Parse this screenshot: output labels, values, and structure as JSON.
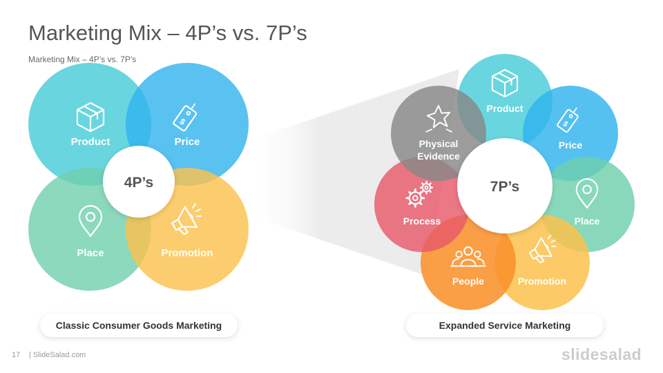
{
  "slide": {
    "title": "Marketing Mix – 4P’s vs. 7P’s",
    "subtitle": "Marketing Mix – 4P’s vs. 7P’s",
    "page_number": "17",
    "site": "| SlideSalad.com",
    "brand": "slidesalad"
  },
  "left_diagram": {
    "center": "4P’s",
    "caption": "Classic Consumer Goods Marketing",
    "items": [
      {
        "label": "Product",
        "icon": "box-icon",
        "color": "#4fcfd9"
      },
      {
        "label": "Price",
        "icon": "price-tag-icon",
        "color": "#30b3ee"
      },
      {
        "label": "Place",
        "icon": "location-pin-icon",
        "color": "#6fd0ad"
      },
      {
        "label": "Promotion",
        "icon": "megaphone-icon",
        "color": "#fbc24e"
      }
    ]
  },
  "right_diagram": {
    "center": "7P’s",
    "caption": "Expanded Service Marketing",
    "items": [
      {
        "label": "Product",
        "icon": "box-icon",
        "color": "#4fcfd9"
      },
      {
        "label": "Price",
        "icon": "price-tag-icon",
        "color": "#30b3ee"
      },
      {
        "label": "Place",
        "icon": "location-pin-icon",
        "color": "#6fd0ad"
      },
      {
        "label": "Promotion",
        "icon": "megaphone-icon",
        "color": "#fbc24e"
      },
      {
        "label": "People",
        "icon": "people-icon",
        "color": "#f9922c"
      },
      {
        "label": "Process",
        "icon": "gears-icon",
        "color": "#e8596a"
      },
      {
        "label": "Physical",
        "label2": "Evidence",
        "icon": "star-badge-icon",
        "color": "#888888"
      }
    ]
  }
}
